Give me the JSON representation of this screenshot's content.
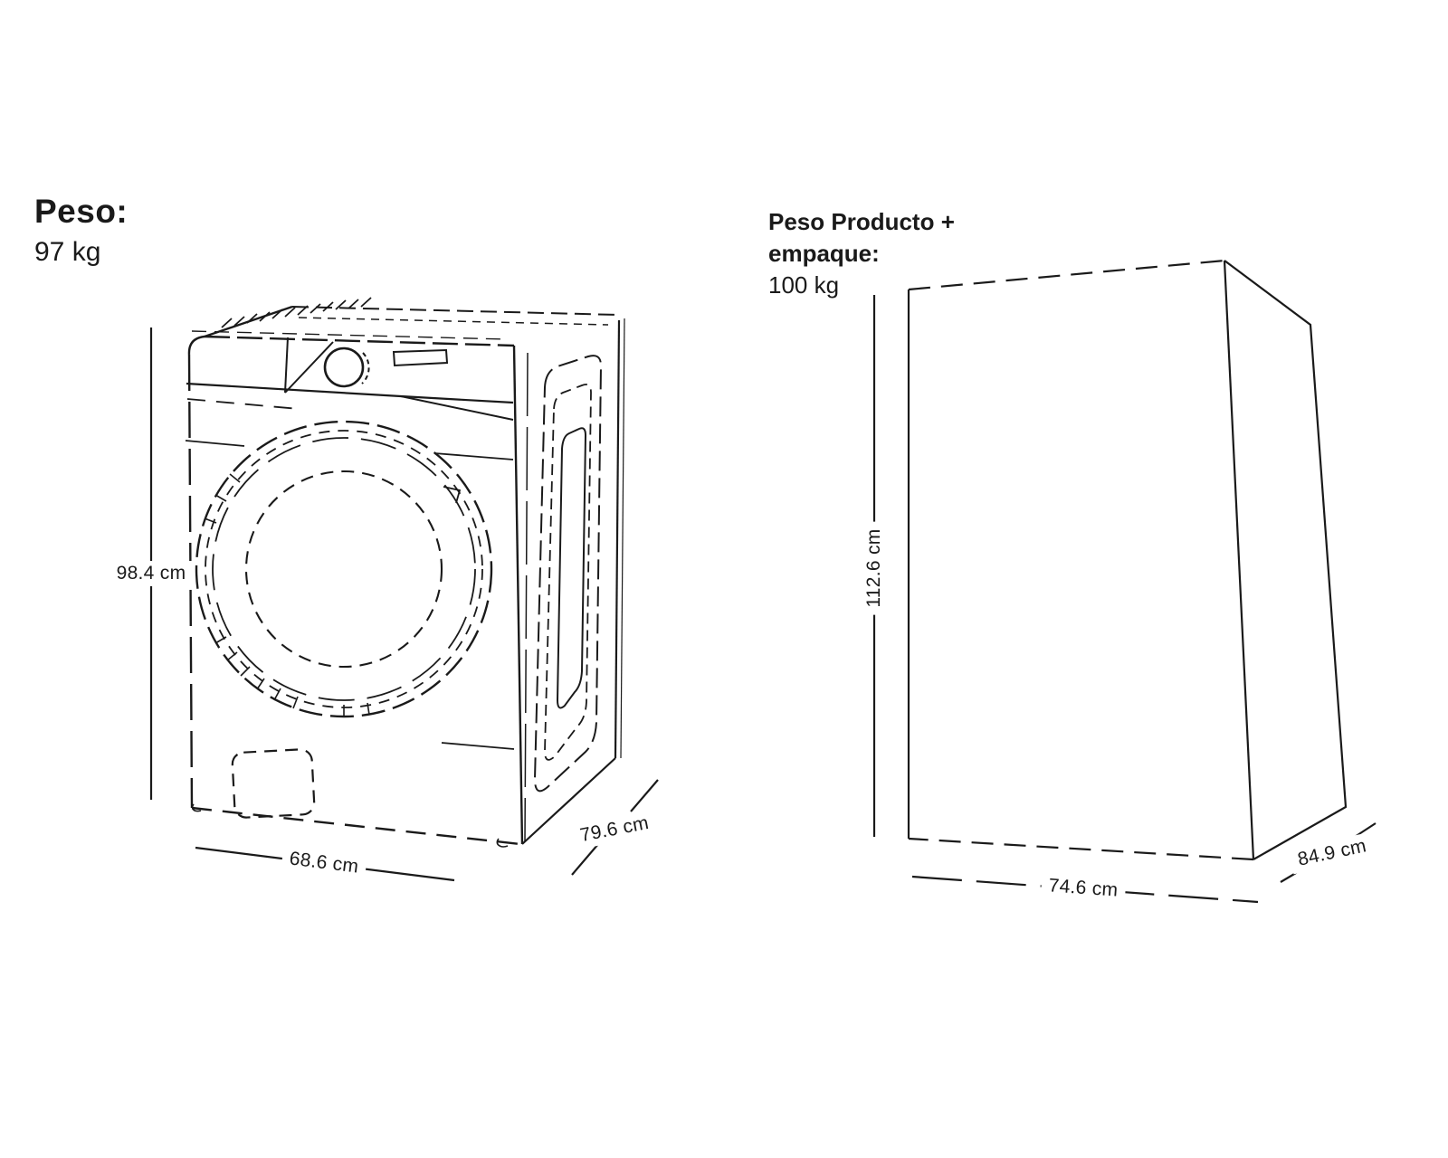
{
  "product": {
    "weight_title": "Peso:",
    "weight_value": "97 kg",
    "dimensions": {
      "height": "98.4 cm",
      "width": "68.6 cm",
      "depth": "79.6 cm"
    }
  },
  "package": {
    "weight_title_line1": "Peso Producto +",
    "weight_title_line2": "empaque:",
    "weight_value": "100 kg",
    "dimensions": {
      "height": "112.6 cm",
      "width": "74.6 cm",
      "depth": "84.9 cm"
    }
  },
  "colors": {
    "ink": "#1a1a1a",
    "background": "#ffffff"
  }
}
